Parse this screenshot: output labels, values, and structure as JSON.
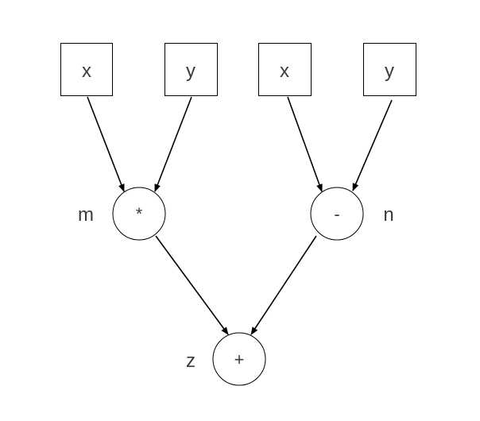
{
  "inputs": [
    {
      "label": "x"
    },
    {
      "label": "y"
    },
    {
      "label": "x"
    },
    {
      "label": "y"
    }
  ],
  "operations": {
    "mul": {
      "symbol": "*",
      "name": "m"
    },
    "sub": {
      "symbol": "-",
      "name": "n"
    },
    "add": {
      "symbol": "+",
      "name": "z"
    }
  }
}
